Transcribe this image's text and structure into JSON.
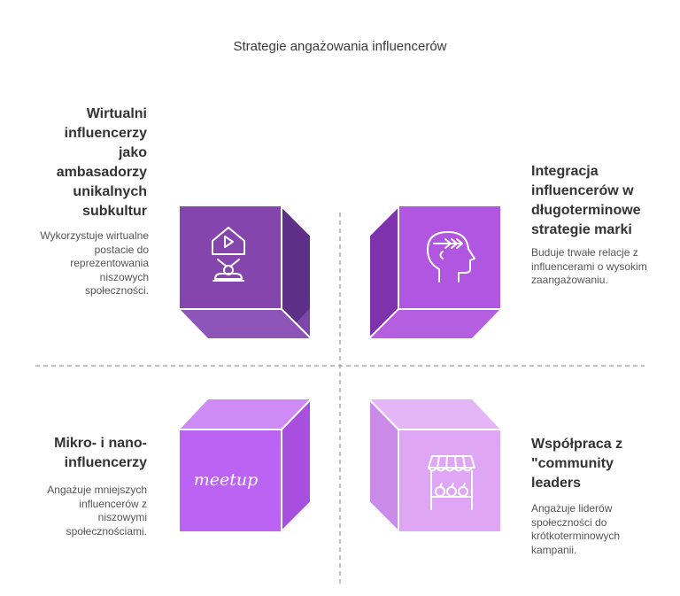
{
  "title": "Strategie angażowania influencerów",
  "quadrants": {
    "top_left": {
      "heading": "Wirtualni influencerzy jako ambasadorzy unikalnych subkultur",
      "description": "Wykorzystuje wirtualne postacie do reprezentowania niszowych społeczności.",
      "icon": "robot-video-icon",
      "color": "#7a45a6"
    },
    "top_right": {
      "heading": "Integracja influencerów w długoterminowe strategie marki",
      "description": "Buduje trwałe relacje z influencerami o wysokim zaangażowaniu.",
      "icon": "head-arrow-icon",
      "color": "#a54fd6"
    },
    "bottom_left": {
      "heading": "Mikro- i nano-influencerzy",
      "description": "Angażuje mniejszych influencerów z niszowymi społecznościami.",
      "icon": "meetup-icon",
      "icon_text": "meetup",
      "color": "#bf6ef0"
    },
    "bottom_right": {
      "heading": "Współpraca z \"community leaders",
      "description": "Angażuje liderów społeczności do krótkoterminowych kampanii.",
      "icon": "market-stall-icon",
      "color": "#d99cf2"
    }
  }
}
